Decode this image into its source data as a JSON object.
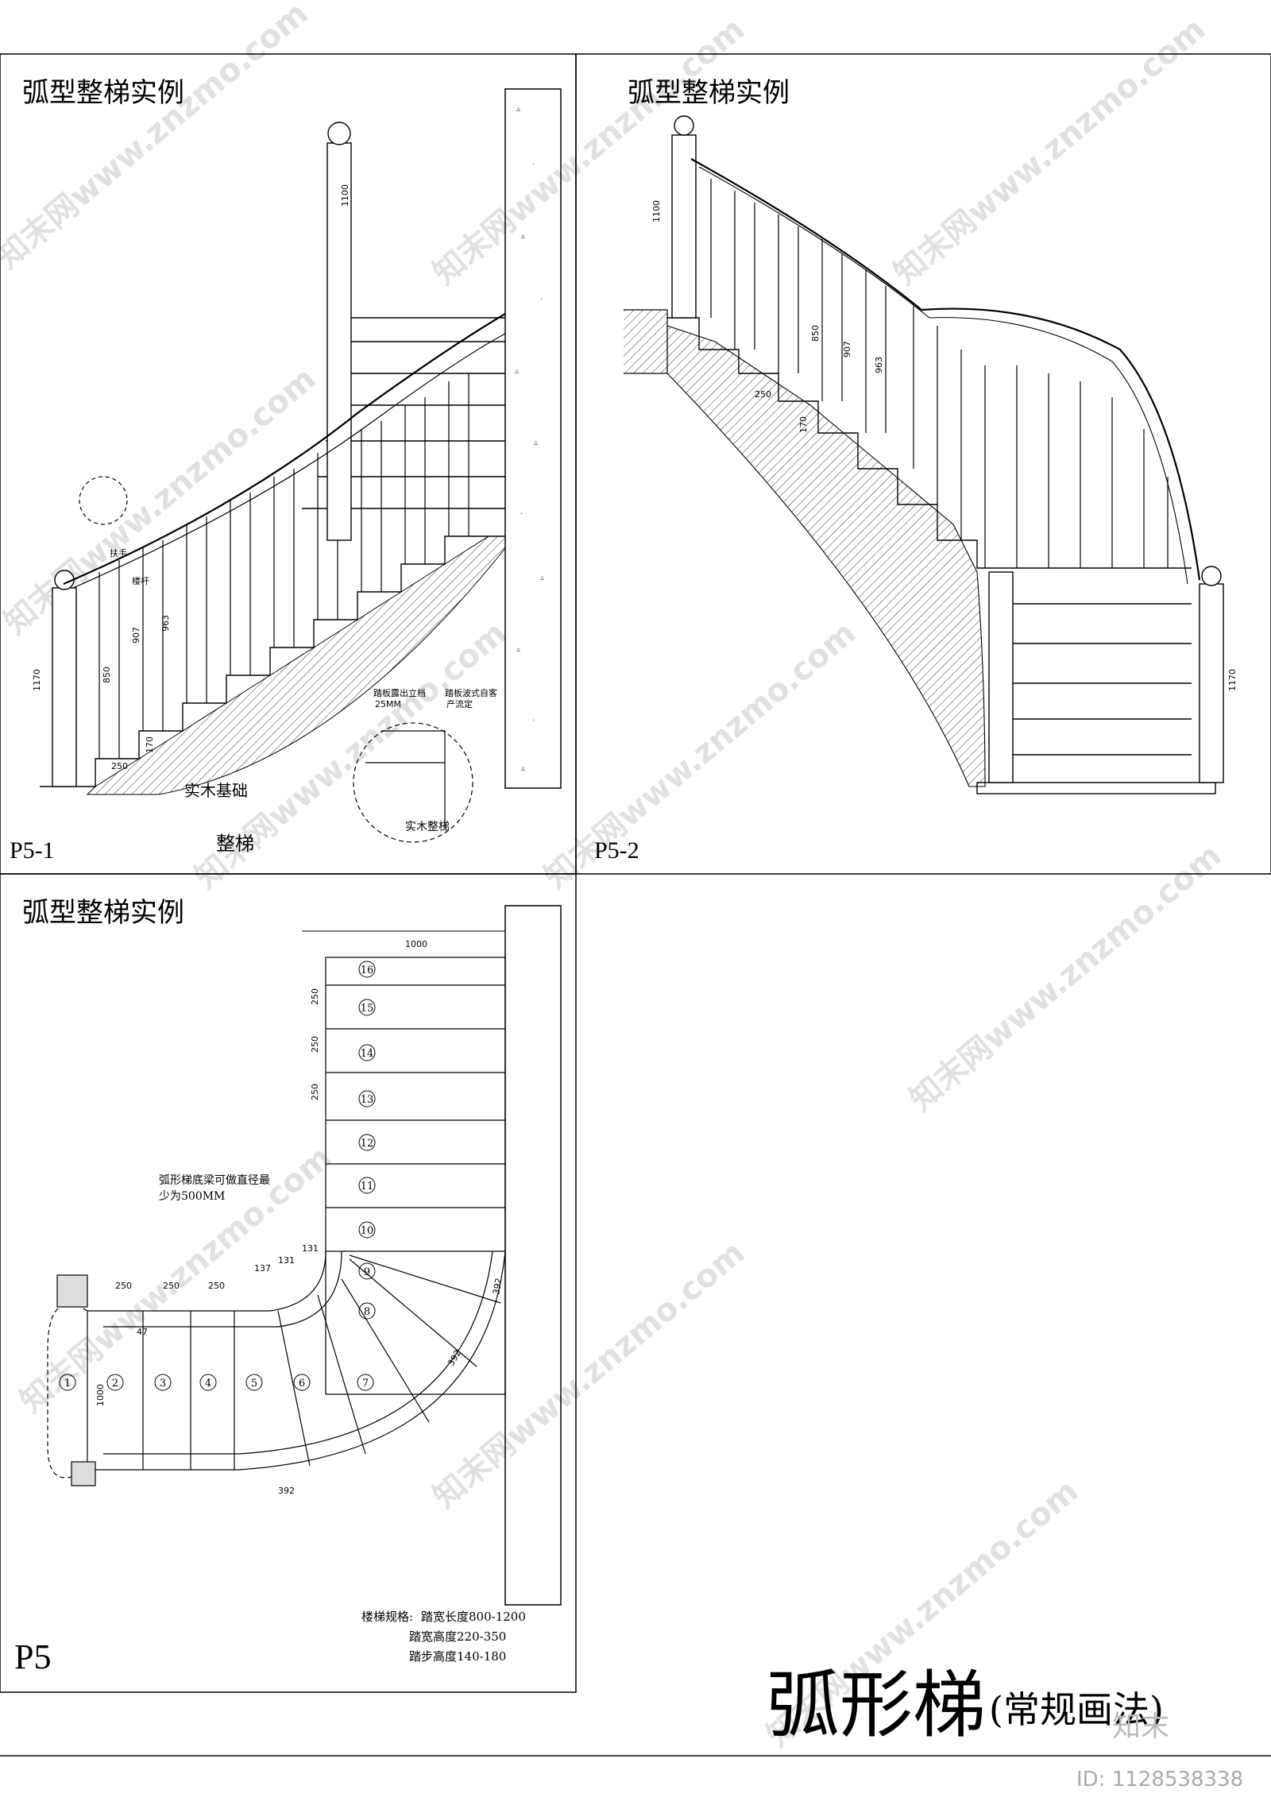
{
  "panels": {
    "p51": {
      "title": "弧型整梯实例",
      "code": "P5-1",
      "caption": "整梯",
      "base_label": "实木基础",
      "detail_label": "实木整梯",
      "detail_notes": [
        "踏板露出立档",
        "25MM",
        "踏板波式自客",
        "产流定"
      ],
      "dims": [
        "1170",
        "1100",
        "850",
        "907",
        "963",
        "250",
        "170",
        "扶手",
        "楼杆"
      ]
    },
    "p52": {
      "title": "弧型整梯实例",
      "code": "P5-2",
      "dims": [
        "1100",
        "1170",
        "250",
        "170",
        "850",
        "907",
        "963"
      ]
    },
    "p5": {
      "title": "弧型整梯实例",
      "code": "P5",
      "top_dim": "1000",
      "beam_note_1": "弧形梯底梁可做直径最",
      "beam_note_2": "少为500MM",
      "steps": [
        "1",
        "2",
        "3",
        "4",
        "5",
        "6",
        "7",
        "8",
        "9",
        "10",
        "11",
        "12",
        "13",
        "14",
        "15",
        "16"
      ],
      "dims": [
        "250",
        "250",
        "250",
        "250",
        "250",
        "250",
        "131",
        "131",
        "137",
        "1000",
        "47",
        "392",
        "392",
        "392"
      ],
      "spec_label": "楼梯规格:",
      "spec_lines": [
        "踏宽长度800-1200",
        "踏宽高度220-350",
        "踏步高度140-180"
      ]
    }
  },
  "footer": {
    "main": "弧形梯",
    "sub": "(常规画法)",
    "logo": "知末",
    "id": "ID: 1128538338"
  },
  "watermark": "知末网www.znzmo.com"
}
